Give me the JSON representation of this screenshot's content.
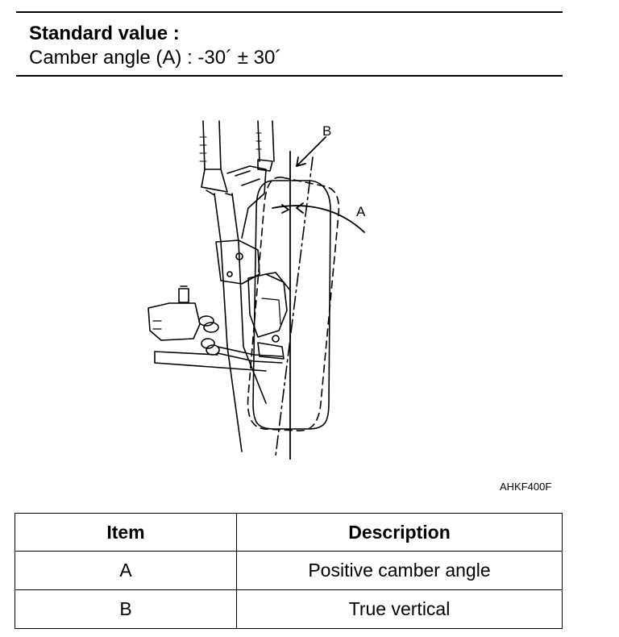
{
  "standard": {
    "heading": "Standard value :",
    "value_line": "Camber angle (A) : -30´ ± 30´"
  },
  "figure": {
    "label_a": "A",
    "label_b": "B",
    "code": "AHKF400F"
  },
  "table": {
    "headers": [
      "Item",
      "Description"
    ],
    "rows": [
      [
        "A",
        "Positive camber angle"
      ],
      [
        "B",
        "True vertical"
      ]
    ]
  }
}
